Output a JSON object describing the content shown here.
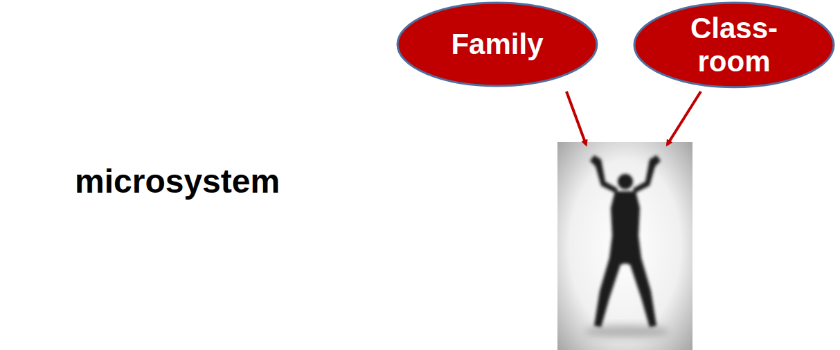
{
  "diagram": {
    "nodes": [
      {
        "text": [
          "Family"
        ]
      },
      {
        "text": [
          "Class- room"
        ]
      }
    ],
    "labels": [
      "microsystem"
    ]
  }
}
